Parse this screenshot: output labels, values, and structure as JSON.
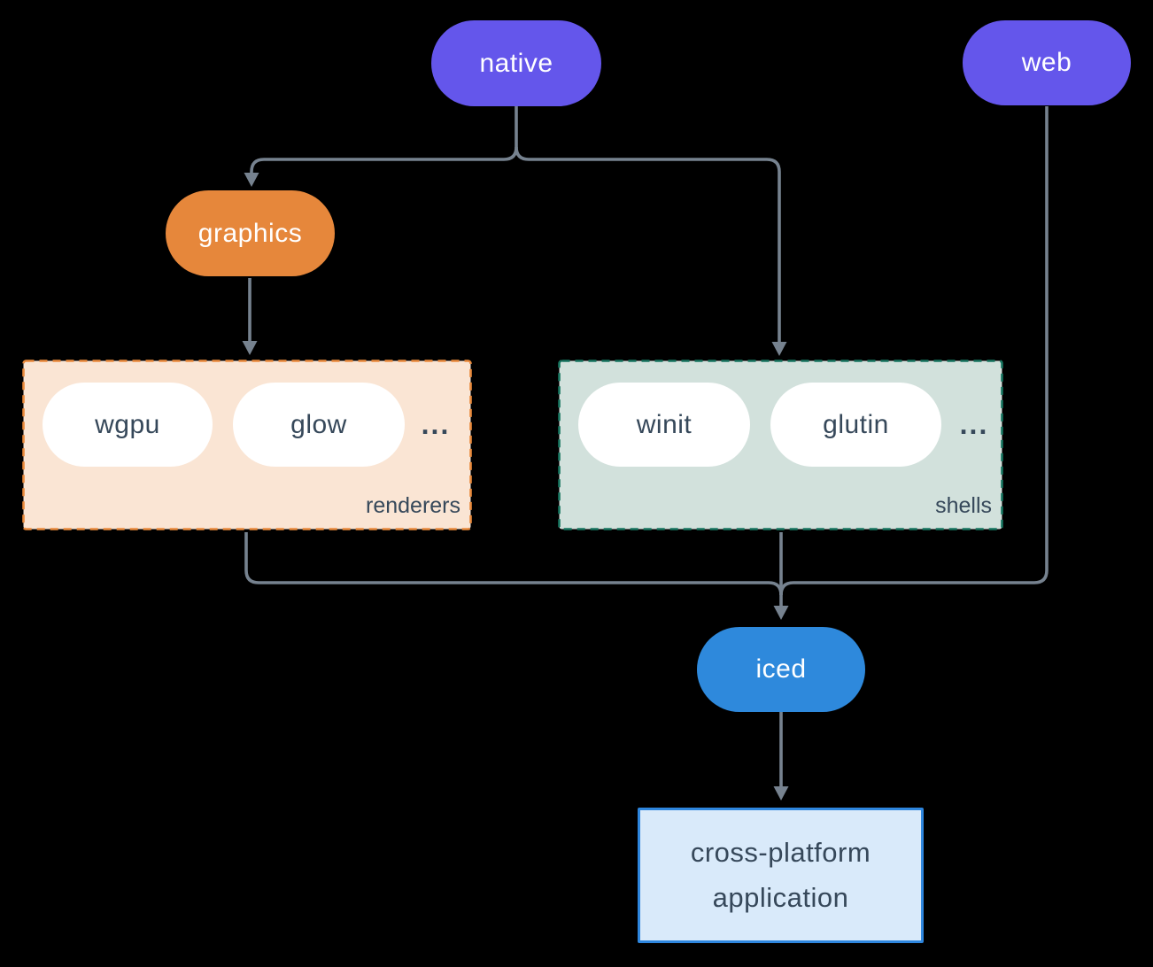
{
  "nodes": {
    "native": {
      "label": "native"
    },
    "web": {
      "label": "web"
    },
    "graphics": {
      "label": "graphics"
    },
    "wgpu": {
      "label": "wgpu"
    },
    "glow": {
      "label": "glow"
    },
    "winit": {
      "label": "winit"
    },
    "glutin": {
      "label": "glutin"
    },
    "iced": {
      "label": "iced"
    },
    "application": {
      "line1": "cross-platform",
      "line2": "application"
    }
  },
  "groups": {
    "renderers": {
      "label": "renderers",
      "ellipsis": "..."
    },
    "shells": {
      "label": "shells",
      "ellipsis": "..."
    }
  },
  "edges": [
    {
      "from": "native",
      "to": "graphics"
    },
    {
      "from": "native",
      "to": "shells"
    },
    {
      "from": "graphics",
      "to": "renderers"
    },
    {
      "from": "renderers",
      "to": "iced"
    },
    {
      "from": "shells",
      "to": "iced"
    },
    {
      "from": "web",
      "to": "iced"
    },
    {
      "from": "iced",
      "to": "application"
    }
  ],
  "colors": {
    "background": "#000000",
    "purple": "#6456eb",
    "orange": "#e6873b",
    "blue": "#2e89dc",
    "peach-bg": "#fae5d4",
    "orange-border": "#e98a3c",
    "green-bg": "#d2e1dc",
    "teal-border": "#16745f",
    "lightblue-bg": "#d9eafa",
    "blue-border": "#2e86de",
    "connector": "#76828f",
    "dark-text": "#36485a",
    "white-text": "#ffffff"
  }
}
